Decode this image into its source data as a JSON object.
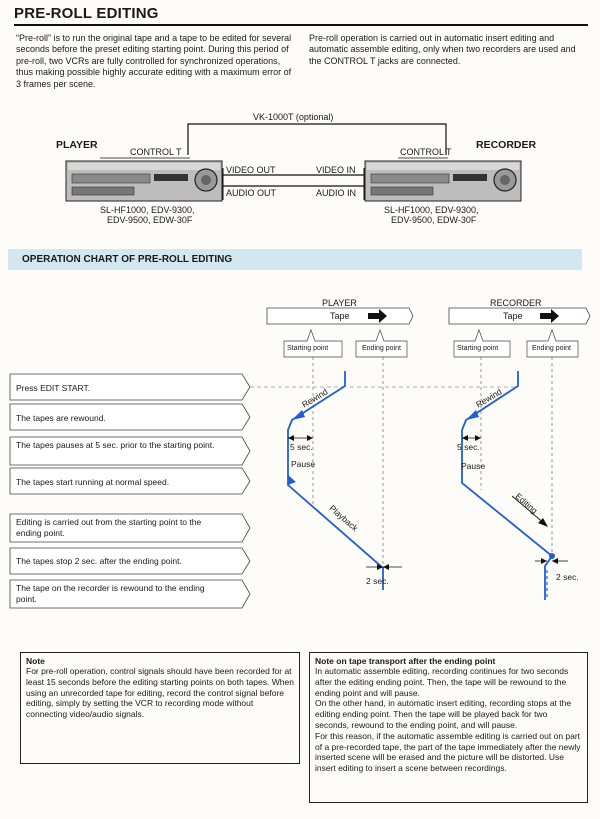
{
  "title": "PRE-ROLL EDITING",
  "intro_left": "“Pre-roll” is to run the original tape and a tape to be edited for several seconds before the preset editing starting point. During this period of pre-roll, two VCRs are fully controlled for synchronized operations, thus making possible highly accurate editing with a maximum error of 3 frames per scene.",
  "intro_right": "Pre-roll operation is carried out in automatic insert editing and automatic assemble editing, only when two recorders are used and the CONTROL T jacks are connected.",
  "connection_diagram": {
    "cable_label": "VK-1000T (optional)",
    "player_label": "PLAYER",
    "recorder_label": "RECORDER",
    "control_t_left": "CONTROL T",
    "control_t_right": "CONTROL T",
    "video_out": "VIDEO OUT",
    "audio_out": "AUDIO OUT",
    "video_in": "VIDEO IN",
    "audio_in": "AUDIO IN",
    "player_models_1": "SL-HF1000, EDV-9300,",
    "player_models_2": "EDV-9500, EDW-30F",
    "recorder_models_1": "SL-HF1000, EDV-9300,",
    "recorder_models_2": "EDV-9500, EDW-30F"
  },
  "chart_header": "OPERATION CHART OF PRE-ROLL EDITING",
  "chart": {
    "player_title": "PLAYER",
    "recorder_title": "RECORDER",
    "tape_label_player": "Tape",
    "tape_label_recorder": "Tape",
    "starting_point_player": "Starting point",
    "ending_point_player": "Ending point",
    "starting_point_recorder": "Starting point",
    "ending_point_recorder": "Ending point",
    "rewind_player": "Rewind",
    "rewind_recorder": "Rewind",
    "five_sec_player": "5 sec.",
    "five_sec_recorder": "5 sec.",
    "pause_player": "Pause",
    "pause_recorder": "Pause",
    "playback": "Playback",
    "editing": "Editing",
    "two_sec_player": "2 sec.",
    "two_sec_recorder": "2 sec.",
    "line_color": "#1f5fd6"
  },
  "steps": [
    "Press EDIT START.",
    "The tapes are rewound.",
    "The tapes pauses at 5 sec. prior to the starting point.",
    "The tapes start running at normal speed.",
    "Editing is carried out from the starting point to the ending point.",
    "The tapes stop 2 sec. after the ending point.",
    "The tape on the recorder is rewound to the ending point."
  ],
  "note": {
    "heading": "Note",
    "body": "For pre-roll operation, control signals should have been recorded for at least 15 seconds before the editing starting points on both tapes. When using an unrecorded tape for editing, record the control signal before editing, simply by setting the VCR to recording mode without connecting video/audio signals."
  },
  "note_tape": {
    "heading": "Note on tape transport after the ending point",
    "p1": "In automatic assemble editing, recording continues for two seconds after the editing ending point. Then, the tape will be rewound to the ending point and will pause.",
    "p2": "On the other hand, in automatic insert editing, recording stops at the editing ending point. Then the tape will be played back for two seconds, rewound to the ending point, and will pause.",
    "p3": "For this reason, if the automatic assemble editing is carried out on part of a pre-recorded tape, the part of the tape immediately after the newly inserted scene will be erased and the picture will be distorted. Use insert editing to insert a scene between recordings."
  }
}
